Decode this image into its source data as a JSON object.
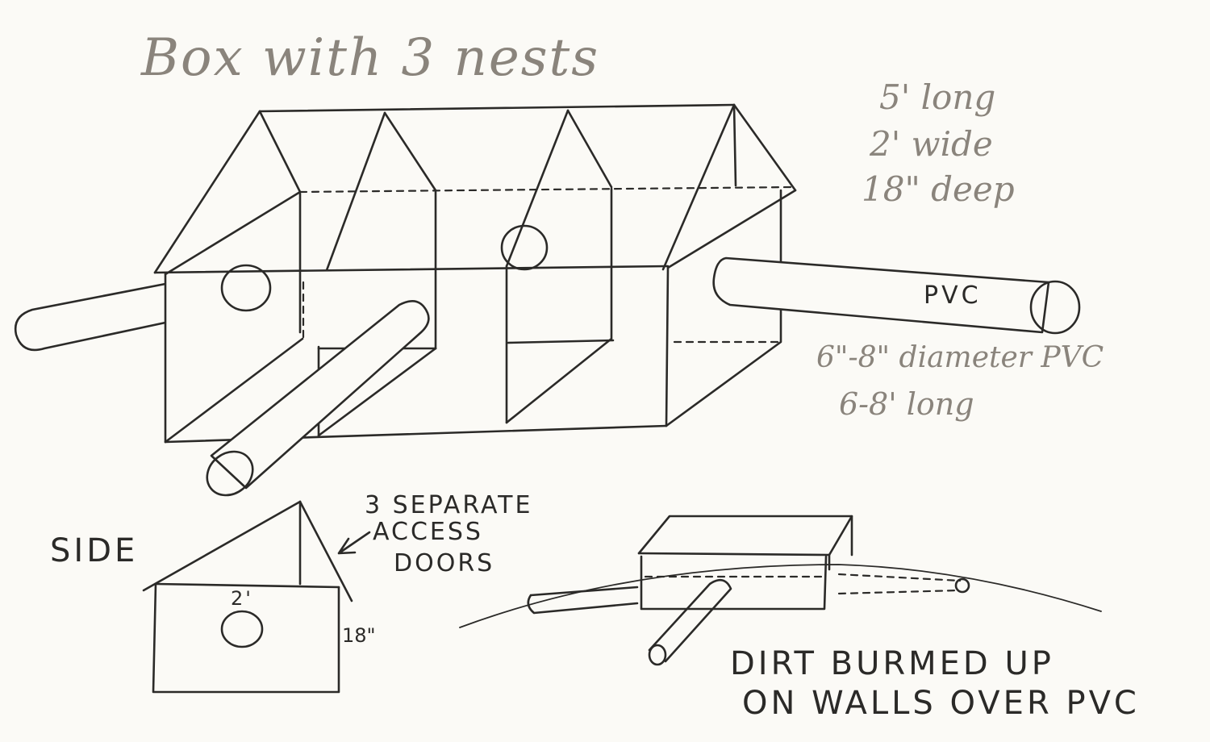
{
  "drawing": {
    "title": "Box with 3 nests",
    "dimensions": [
      "5' long",
      "2' wide",
      "18\" deep"
    ],
    "pipe_label": "PVC",
    "pipe_spec": [
      "6\"-8\" diameter PVC",
      "6-8' long"
    ]
  },
  "side_view": {
    "label": "SIDE",
    "access_doors": [
      "3 SEPARATE",
      "ACCESS",
      "DOORS"
    ],
    "width": "2'",
    "height": "18\""
  },
  "installed_view": {
    "note": [
      "DIRT BURMED UP",
      "ON WALLS OVER PVC"
    ]
  },
  "colors": {
    "ink": "#2b2a28",
    "pencil": "#8a847c",
    "paper": "#fbfaf6"
  }
}
